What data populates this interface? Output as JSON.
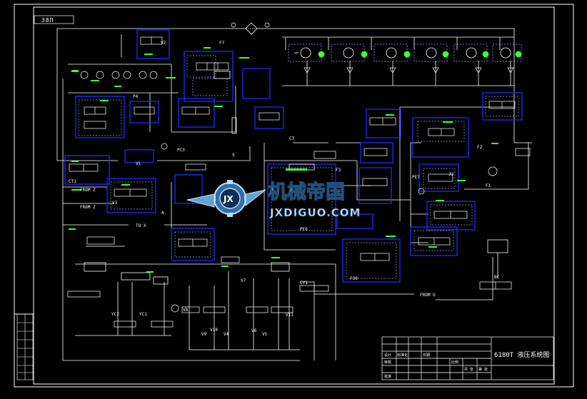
{
  "drawing": {
    "code": "38Π",
    "title": "6180T 液压系统图"
  },
  "labels": {
    "from_z_1": "FROM Z",
    "from_z_2": "FROM Z",
    "to_x": "TO X",
    "from_u": "FROM U",
    "pe6": "PE6",
    "pe7": "PE7",
    "pc3": "PC3",
    "p4": "P4",
    "v1": "V1",
    "v2": "V2",
    "v3": "V3",
    "v4": "V4",
    "v5": "V5",
    "v6": "V6",
    "v7": "V7",
    "v8": "V8",
    "v9": "V9",
    "v10": "V10",
    "v11": "V11",
    "yc2": "YC2",
    "yc1": "YC1",
    "cy1": "CY1",
    "ct1": "CT1",
    "f1": "F1",
    "f2": "F2",
    "f3": "F3",
    "f7": "F7",
    "f30": "F30",
    "j2": "J2",
    "bc": "BC",
    "a": "A",
    "s": "S",
    "ct": "CT"
  },
  "watermark": {
    "cn": "机械帝国",
    "en": "JXDIGUO.COM",
    "badge": "JX"
  },
  "title_block": {
    "cells": [
      "设计",
      "审核",
      "标准化",
      "批准",
      "日期",
      "比例",
      "共 张",
      "第 张"
    ]
  },
  "colors": {
    "background": "#000000",
    "frame": "#ffffff",
    "line": "#ffffff",
    "component_box": "#1f2cff",
    "annotation": "#3cff3c",
    "dashed": "#9a9aff"
  }
}
